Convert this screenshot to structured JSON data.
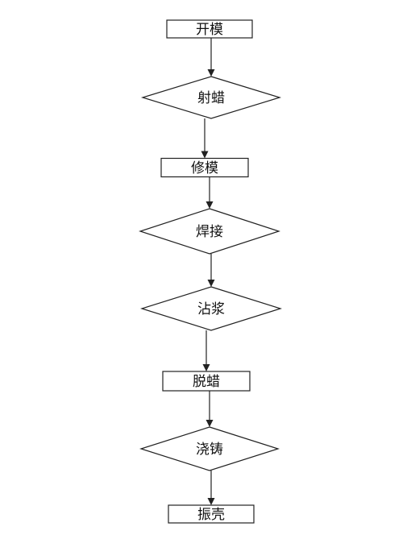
{
  "flowchart": {
    "nodes": [
      {
        "id": "n1",
        "shape": "rect",
        "label": "开模"
      },
      {
        "id": "n2",
        "shape": "diamond",
        "label": "射蜡"
      },
      {
        "id": "n3",
        "shape": "rect",
        "label": "修模"
      },
      {
        "id": "n4",
        "shape": "diamond",
        "label": "焊接"
      },
      {
        "id": "n5",
        "shape": "diamond",
        "label": "沾浆"
      },
      {
        "id": "n6",
        "shape": "rect",
        "label": "脱蜡"
      },
      {
        "id": "n7",
        "shape": "diamond",
        "label": "浇铸"
      },
      {
        "id": "n8",
        "shape": "rect",
        "label": "振壳"
      }
    ],
    "edges": [
      {
        "from": "n1",
        "to": "n2"
      },
      {
        "from": "n2",
        "to": "n3"
      },
      {
        "from": "n3",
        "to": "n4"
      },
      {
        "from": "n4",
        "to": "n5"
      },
      {
        "from": "n5",
        "to": "n6"
      },
      {
        "from": "n6",
        "to": "n7"
      },
      {
        "from": "n7",
        "to": "n8"
      }
    ],
    "colors": {
      "stroke": "#222222",
      "fill": "#ffffff",
      "text": "#111111"
    }
  }
}
